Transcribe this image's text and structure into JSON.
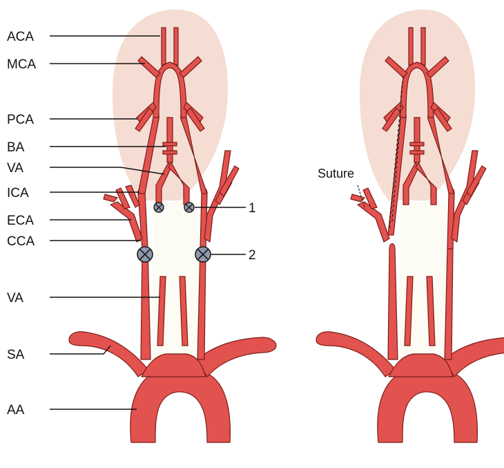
{
  "colors": {
    "artery": "#e2524e",
    "artery_outline": "#7a1c18",
    "brain_region": "#f5ddd3",
    "neck_region": "#fdfcf4",
    "clamp_fill": "#8f98ad"
  },
  "left_panel": {
    "labels": {
      "aca": "ACA",
      "mca": "MCA",
      "pca": "PCA",
      "ba": "BA",
      "va_upper": "VA",
      "ica": "ICA",
      "eca": "ECA",
      "cca": "CCA",
      "va_lower": "VA",
      "sa": "SA",
      "aa": "AA"
    },
    "markers": {
      "ligation_1": "1",
      "ligation_2": "2"
    }
  },
  "right_panel": {
    "suture_label": "Suture"
  }
}
